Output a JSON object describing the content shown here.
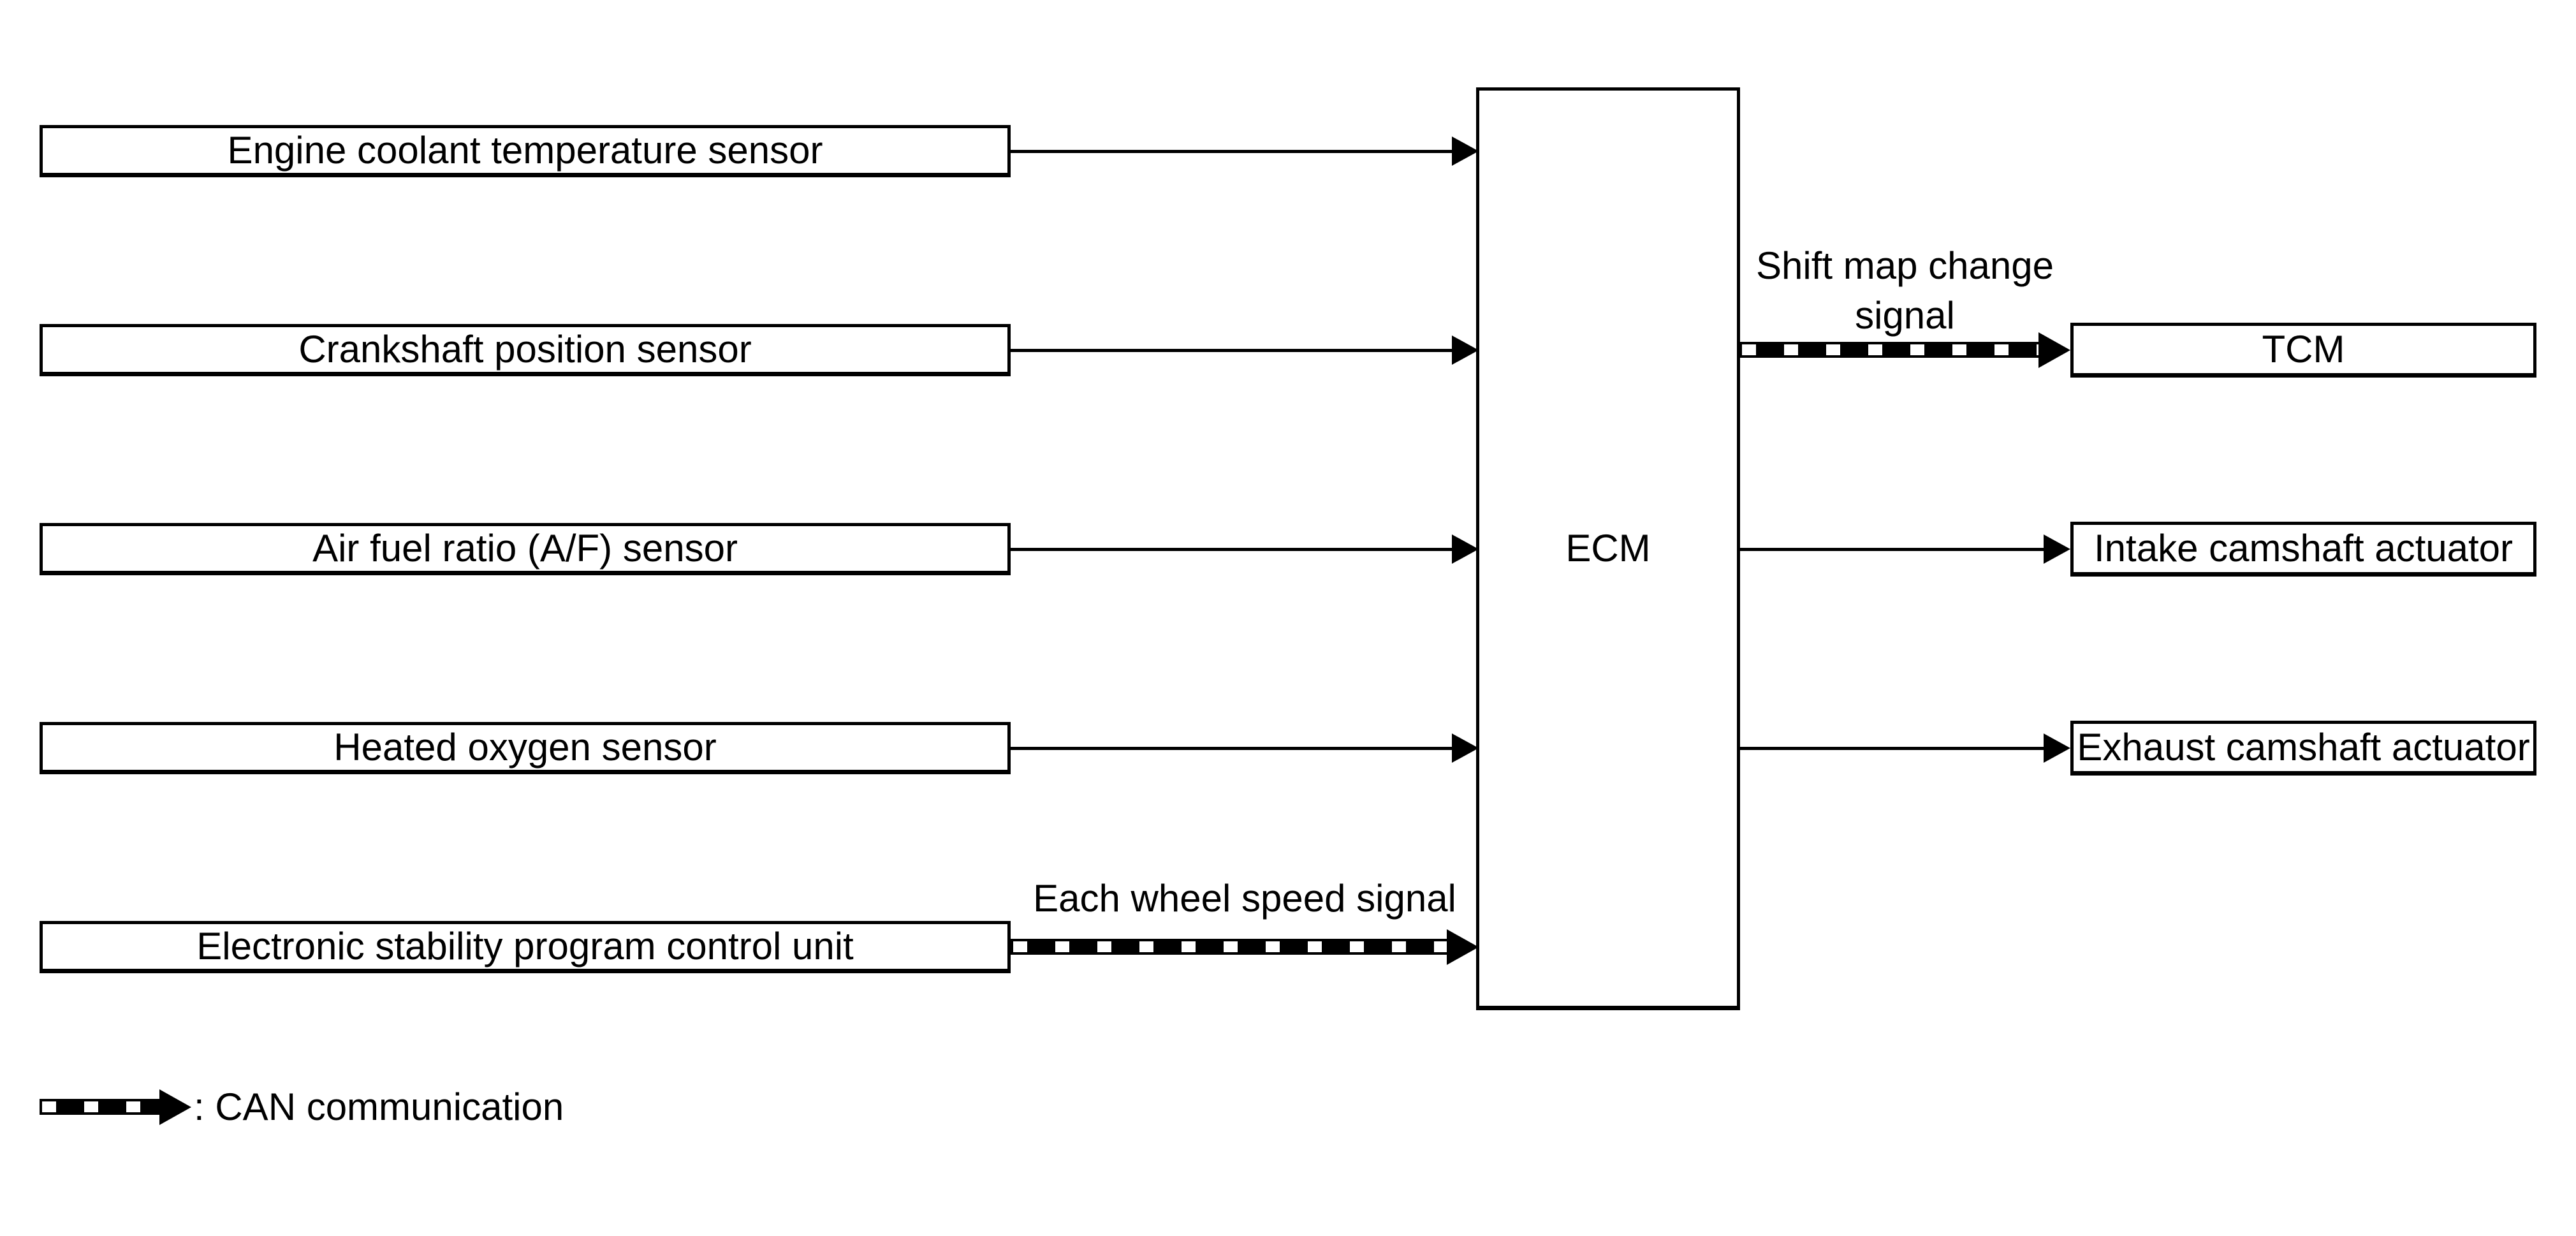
{
  "diagram": {
    "inputs": [
      {
        "label": "Engine coolant temperature sensor",
        "connection": "plain"
      },
      {
        "label": "Crankshaft position sensor",
        "connection": "plain"
      },
      {
        "label": "Air fuel ratio (A/F) sensor",
        "connection": "plain"
      },
      {
        "label": "Heated oxygen sensor",
        "connection": "plain"
      },
      {
        "label": "Electronic stability program control unit",
        "connection": "can",
        "signal_label": "Each wheel speed signal"
      }
    ],
    "ecm": {
      "label": "ECM"
    },
    "outputs": [
      {
        "label": "TCM",
        "connection": "can",
        "signal_label": "Shift map change\nsignal"
      },
      {
        "label": "Intake camshaft actuator",
        "connection": "plain"
      },
      {
        "label": "Exhaust camshaft actuator",
        "connection": "plain"
      }
    ],
    "legend": {
      "symbol": "can-dashed-arrow",
      "label": ": CAN communication"
    },
    "colors": {
      "line": "#000000",
      "background": "#ffffff",
      "box_fill": "#ffffff"
    }
  }
}
